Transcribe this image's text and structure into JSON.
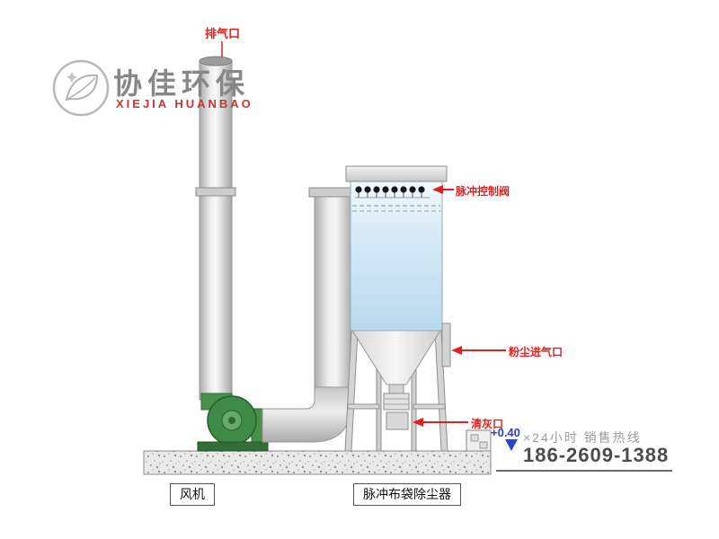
{
  "logo": {
    "name": "协佳环保",
    "subname": "XIEJIA HUANBAO"
  },
  "labels": {
    "exhaust": "排气口",
    "pulse_valve": "脉冲控制阀",
    "dust_inlet": "粉尘进气口",
    "ash_port": "清灰口",
    "elevation": "+0.40",
    "fan": "风机",
    "collector": "脉冲布袋除尘器"
  },
  "hotline": {
    "caption": "×24小时  销售热线",
    "phone": "186-2609-1388"
  },
  "colors": {
    "label_red": "#e01f1f",
    "elevation_blue": "#2743c7",
    "fan_green": "#3f8a46",
    "collector_blue": "#cfe7f5",
    "phone_dark": "#4c4c4c"
  }
}
